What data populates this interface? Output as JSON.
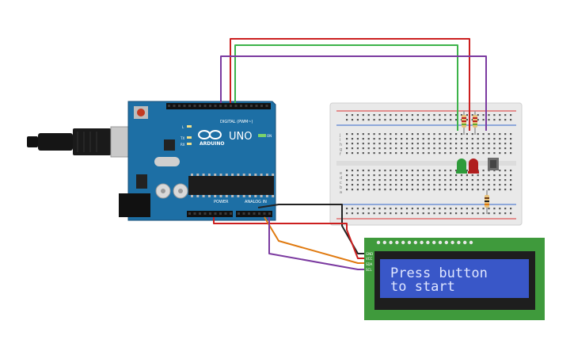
{
  "arduino": {
    "brand": "ARDUINO",
    "model": "UNO",
    "digital_header_label": "DIGITAL (PWM~)",
    "power_label": "POWER",
    "analog_label": "ANALOG IN",
    "on_label": "ON",
    "led_l_label": "L",
    "led_tx_label": "TX",
    "led_rx_label": "RX",
    "board_color": "#1d6fa5"
  },
  "lcd": {
    "line1": "Press button",
    "line2": "to start",
    "pins": [
      "GND",
      "VCC",
      "SDA",
      "SCL"
    ],
    "pcb_color": "#3f9a3c",
    "screen_color": "#3957c8"
  },
  "breadboard": {
    "column_letters_top": [
      "j",
      "i",
      "h",
      "g",
      "f"
    ],
    "column_letters_bottom": [
      "e",
      "d",
      "c",
      "b",
      "a"
    ]
  },
  "components": {
    "led_green_color": "#2e9b3a",
    "led_red_color": "#b01e1e",
    "button_color": "#444444"
  },
  "wires": {
    "red": "#cc1f1f",
    "green": "#3cb34a",
    "purple": "#7b3aa0",
    "black": "#222222",
    "orange": "#e07a10"
  }
}
